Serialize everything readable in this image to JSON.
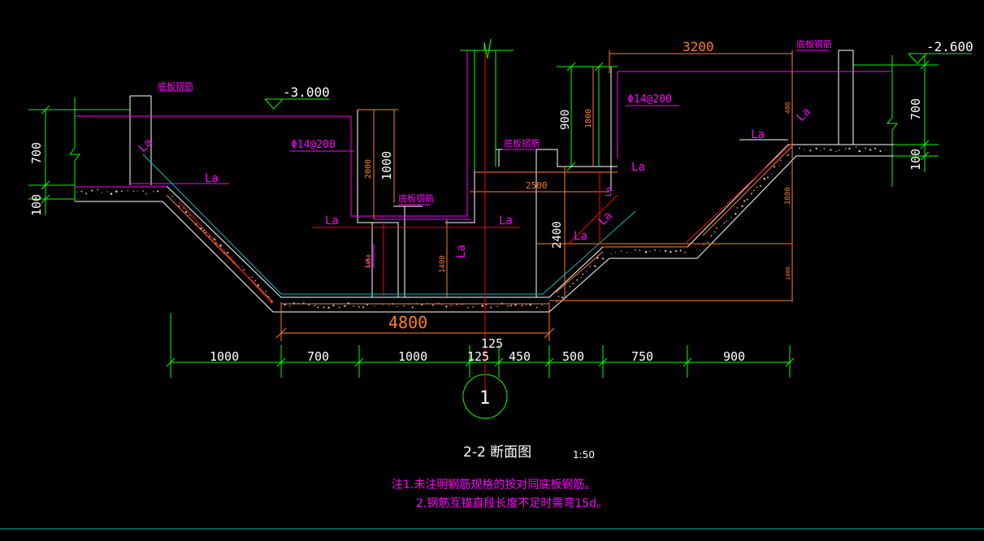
{
  "colors": {
    "bg": "#000000",
    "green": "#00ff00",
    "white": "#ffffff",
    "red": "#ff0000",
    "magenta": "#ff00ff",
    "orange": "#ff7f27",
    "yellow": "#ffff00",
    "cyan": "#00bfbf",
    "concrete": "#c8c8c8"
  },
  "drawing": {
    "title": "2-2  断面图",
    "scale": "1:50",
    "axis_bubble": "1",
    "notes": [
      "注1.未注明钢筋规格的按对同底板钢筋。",
      "2.钢筋互锚直段长度不足时需弯15d。"
    ],
    "elevations": {
      "left": "-3.000",
      "right": "-2.600"
    },
    "rebar_labels": {
      "bottom_rebar": "底板钢筋",
      "spec_left": "Φ14@200",
      "spec_right": "Φ14@200",
      "la": "La"
    },
    "bottom_dims": [
      "1000",
      "700",
      "1000",
      "125",
      "450",
      "500",
      "750",
      "900"
    ],
    "width_4800": "4800",
    "dim_125": "125",
    "dim_3200": "3200",
    "dim_2500": "2500",
    "left_dims": {
      "d700": "700",
      "d100": "100"
    },
    "right_dims": {
      "d700": "700",
      "d100": "100"
    },
    "vertical_dims": {
      "d2000": "2000",
      "d1000": "1000",
      "d2400": "2400",
      "d900": "900",
      "d1800a": "1800",
      "d1800b": "1800",
      "d1400": "1400",
      "d400": "400",
      "d1000r": "1000",
      "d1050": "1050"
    }
  }
}
